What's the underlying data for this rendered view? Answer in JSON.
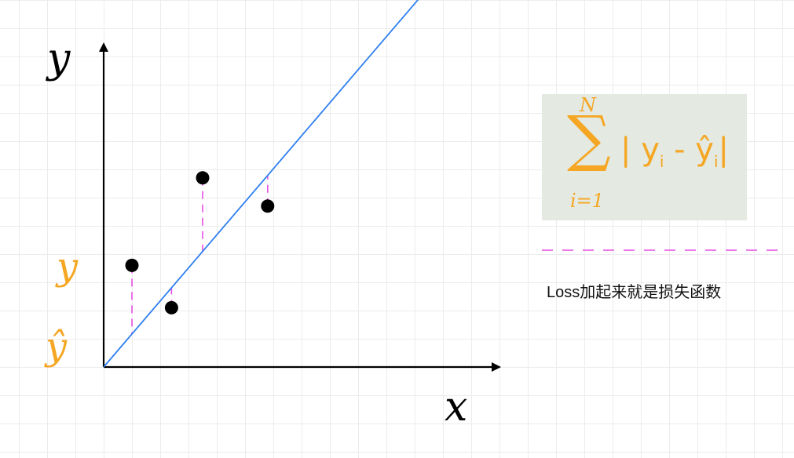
{
  "axes": {
    "x_label": "x",
    "y_label": "y"
  },
  "legend": {
    "actual_label": "y",
    "predicted_label": "ŷ"
  },
  "formula": {
    "upper": "N",
    "symbol": "∑",
    "lower": "i=1",
    "body_open": "| y",
    "body_sub1": "i",
    "body_mid": " - ŷ",
    "body_sub2": "i",
    "body_close": "|"
  },
  "caption": "Loss加起来就是损失函数",
  "colors": {
    "axis": "#000000",
    "fit_line": "#2f7ff0",
    "residual": "#e64fe6",
    "point": "#000000",
    "accent": "#f5a623",
    "formula_bg": "#e4e9e1"
  },
  "chart_data": {
    "type": "scatter",
    "points": [
      {
        "x": 1,
        "y": 3.6
      },
      {
        "x": 2.4,
        "y": 2.1
      },
      {
        "x": 3.5,
        "y": 6.7
      },
      {
        "x": 5.8,
        "y": 5.7
      }
    ],
    "fit_line": {
      "slope": 1.17,
      "intercept": 0
    },
    "xlim": [
      0,
      7.9
    ],
    "ylim": [
      0,
      11.4
    ],
    "grid": true
  }
}
